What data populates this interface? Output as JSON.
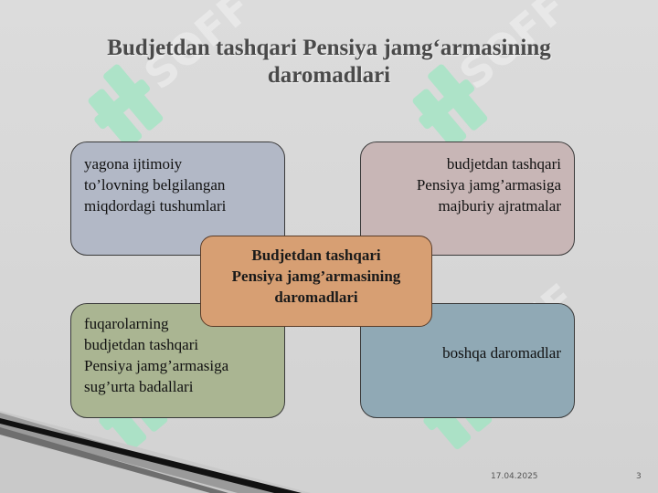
{
  "title": {
    "line1": "Budjetdan tashqari Pensiya jamg‘armasining",
    "line2": "daromadlari"
  },
  "center_box": {
    "lines": [
      "Budjetdan tashqari",
      "Pensiya jamg’armasining",
      "daromadlari"
    ]
  },
  "boxes": {
    "top_left": [
      "yagona ijtimoiy",
      "to’lovning belgilangan",
      "miqdordagi tushumlari"
    ],
    "top_right": [
      "budjetdan tashqari",
      "Pensiya jamg’armasiga",
      "majburiy ajratmalar"
    ],
    "bottom_left": [
      "fuqarolarning",
      "budjetdan tashqari",
      "Pensiya jamg’armasiga",
      "sug’urta badallari"
    ],
    "bottom_right": [
      "boshqa daromadlar"
    ]
  },
  "footer": {
    "date": "17.04.2025",
    "page": "3"
  },
  "watermark_text": "SOFF",
  "colors": {
    "title": "#4a4a4a",
    "top_left": "#b2b8c6",
    "top_right": "#c8b6b6",
    "bottom_left": "#aab592",
    "bottom_right": "#90a9b5",
    "center": "#d79f73",
    "watermark": "#9ee6c2"
  }
}
